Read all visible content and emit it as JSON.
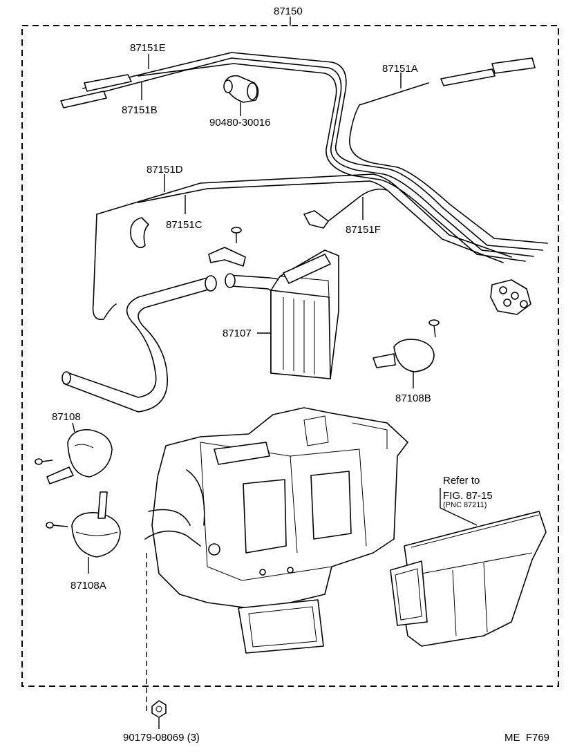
{
  "diagram": {
    "assembly_number": "87150",
    "parts": {
      "p87151E": "87151E",
      "p87151B": "87151B",
      "p90480": "90480-30016",
      "p87151A": "87151A",
      "p87151D": "87151D",
      "p87151C": "87151C",
      "p87151F": "87151F",
      "p87107": "87107",
      "p87108B": "87108B",
      "p87108": "87108",
      "p87108A": "87108A",
      "p90179": "90179-08069 (3)"
    },
    "reference": {
      "line1": "Refer to",
      "line2": "FIG. 87-15",
      "line3": "(PNC 87211)"
    },
    "figure_code": "ME  F769"
  }
}
